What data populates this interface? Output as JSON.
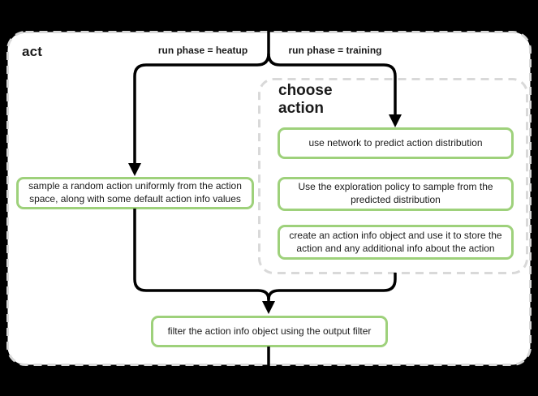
{
  "colors": {
    "background": "#000000",
    "surface": "#ffffff",
    "flow_line": "#000000",
    "node_border": "#9ed17b",
    "container_border": "#d9d9d9",
    "text": "#1a1a1a"
  },
  "diagram": {
    "title": "act",
    "branch_labels": {
      "heatup": "run phase = heatup",
      "training": "run phase = training"
    },
    "group": {
      "title": "choose\naction"
    },
    "nodes": {
      "sample_random_action": "sample a random action uniformly from the action space, along with some default action info values",
      "predict_distribution": "use network to predict action distribution",
      "exploration_policy": "Use the exploration policy to sample from the predicted distribution",
      "create_action_info": "create an action info object and use it to store the action and any additional info about the action",
      "filter_output": "filter the action info object using the output filter"
    }
  }
}
